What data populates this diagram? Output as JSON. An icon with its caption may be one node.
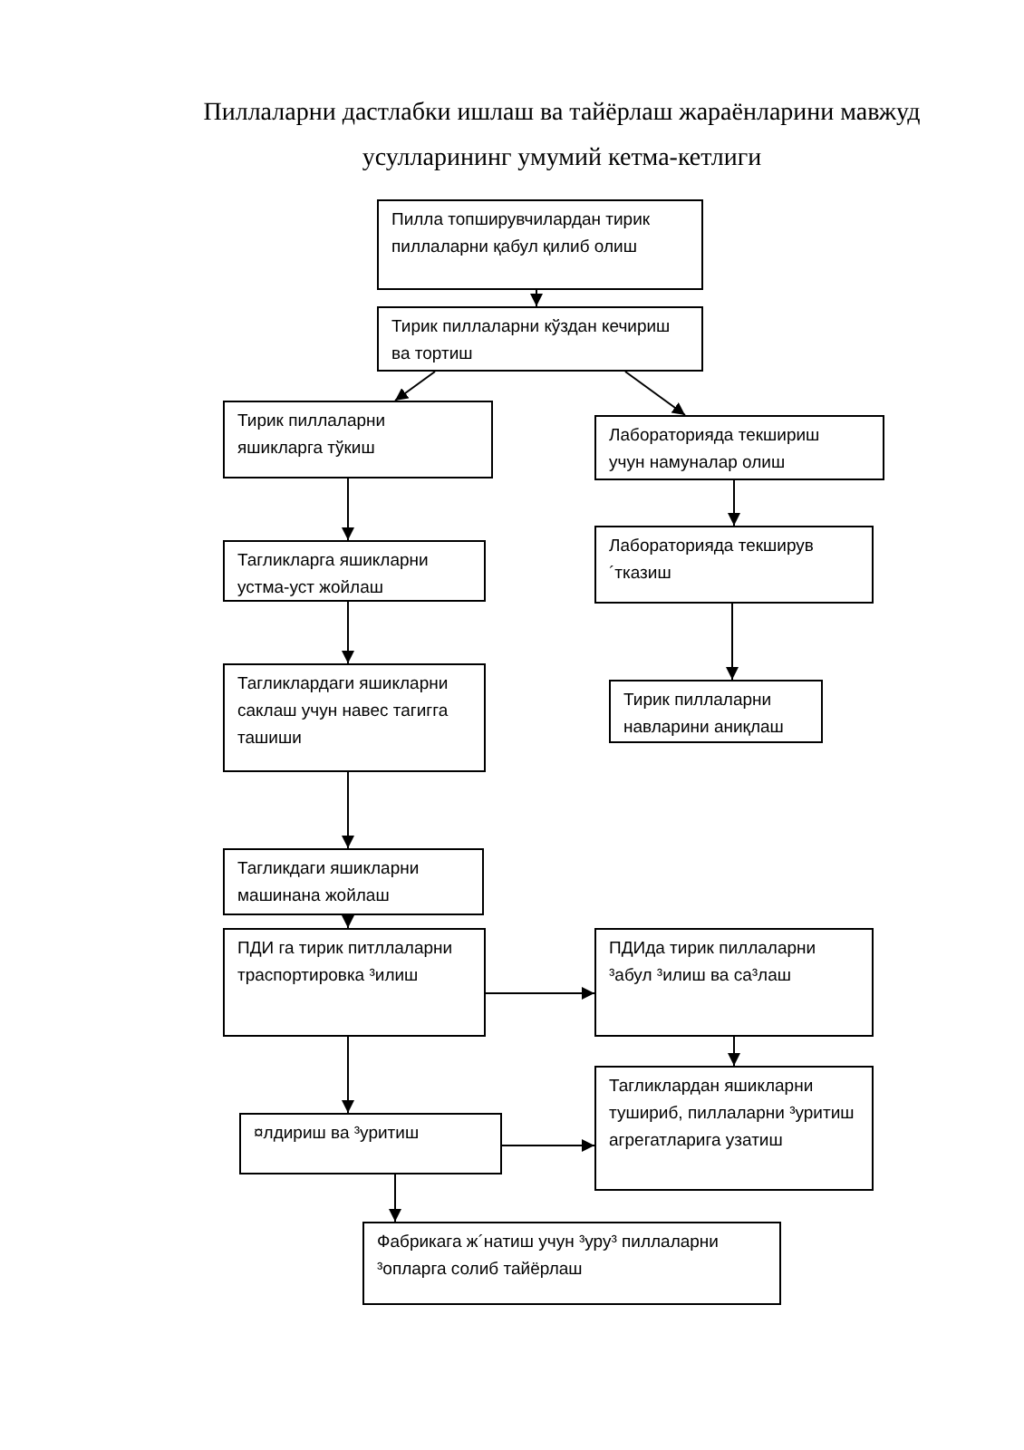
{
  "diagram": {
    "title": "Пиллаларни дастлабки ишлаш ва тайёрлаш жараёнларини мавжуд усулларининг умумий кетма-кетлиги",
    "nodes": [
      {
        "text": [
          "Пилла топширувчилардан тирик пиллаларни қабул қилиб олиш"
        ]
      },
      {
        "text": [
          "Тирик пиллаларни кўздан кечириш ва тортиш"
        ]
      },
      {
        "text": [
          "Тирик пиллаларни яшикларга тўкиш"
        ]
      },
      {
        "text": [
          "Лабораторияда текшириш учун намуналар олиш"
        ]
      },
      {
        "text": [
          "Тагликларга яшикларни устма-уст жойлаш"
        ]
      },
      {
        "text": [
          "Лабораторияда текширув ´тказиш"
        ]
      },
      {
        "text": [
          "Тагликлардаги яшикларни саклаш учун навес тагигга ташиши"
        ]
      },
      {
        "text": [
          "Тирик пиллаларни навларини аниқлаш"
        ]
      },
      {
        "text": [
          "Тагликдаги яшикларни машинана жойлаш"
        ]
      },
      {
        "text": [
          "ПДИ га тирик питллаларни траспортировка ³илиш"
        ]
      },
      {
        "text": [
          "ПДИда тирик пиллаларни ³абул ³илиш ва са³лаш"
        ]
      },
      {
        "text": [
          "¤лдириш ва ³уритиш"
        ]
      },
      {
        "text": [
          "Тагликлардан яшикларни тушириб, пиллаларни ³уритиш агрегатларига узатиш"
        ]
      },
      {
        "text": [
          "Фабрикага ж´натиш учун ³уру³ пиллаларни ³опларга солиб тайёрлаш"
        ]
      }
    ],
    "edges": [
      {
        "from": 0,
        "to": 1,
        "arrow": "to"
      },
      {
        "from": 1,
        "to": 2,
        "arrow": "to"
      },
      {
        "from": 1,
        "to": 3,
        "arrow": "to"
      },
      {
        "from": 2,
        "to": 4,
        "arrow": "to"
      },
      {
        "from": 4,
        "to": 6,
        "arrow": "to"
      },
      {
        "from": 3,
        "to": 5,
        "arrow": "to"
      },
      {
        "from": 5,
        "to": 7,
        "arrow": "to"
      },
      {
        "from": 6,
        "to": 8,
        "arrow": "to"
      },
      {
        "from": 8,
        "to": 9,
        "arrow": "to"
      },
      {
        "from": 9,
        "to": 10,
        "arrow": "to"
      },
      {
        "from": 9,
        "to": 11,
        "arrow": "to"
      },
      {
        "from": 10,
        "to": 12,
        "arrow": "to"
      },
      {
        "from": 11,
        "to": 12,
        "arrow": "to"
      },
      {
        "from": 11,
        "to": 13,
        "arrow": "to"
      }
    ]
  }
}
